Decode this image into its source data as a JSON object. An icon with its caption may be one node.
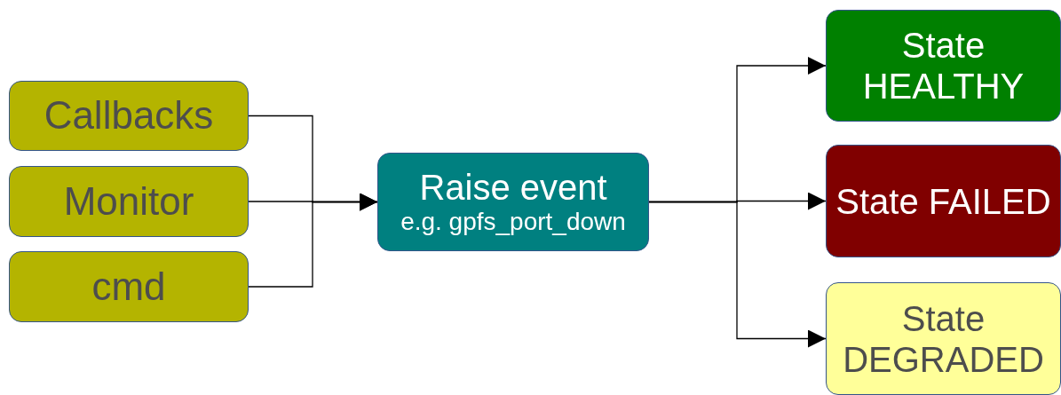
{
  "diagram": {
    "nodes": [
      {
        "text": [
          "Callbacks"
        ]
      },
      {
        "text": [
          "Monitor"
        ]
      },
      {
        "text": [
          "cmd"
        ]
      },
      {
        "text": [
          "Raise event",
          "e.g. gpfs_port_down"
        ]
      },
      {
        "text": [
          "State HEALTHY"
        ]
      },
      {
        "text": [
          "State FAILED"
        ]
      },
      {
        "text": [
          "State DEGRADED"
        ]
      }
    ],
    "edges": [
      {
        "from": 0,
        "to": 3,
        "arrow": "to"
      },
      {
        "from": 1,
        "to": 3,
        "arrow": "to"
      },
      {
        "from": 2,
        "to": 3,
        "arrow": "to"
      },
      {
        "from": 3,
        "to": 4,
        "arrow": "to"
      },
      {
        "from": 3,
        "to": 5,
        "arrow": "to"
      },
      {
        "from": 3,
        "to": 6,
        "arrow": "to"
      }
    ]
  }
}
